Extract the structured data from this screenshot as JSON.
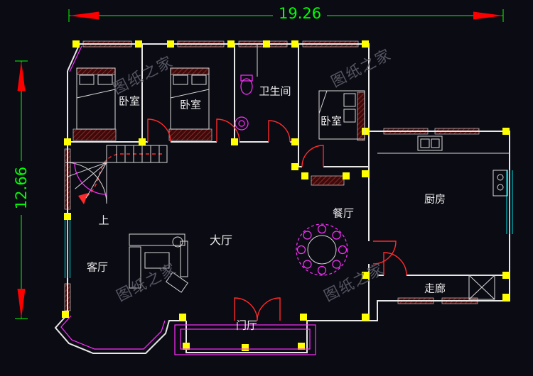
{
  "dimensions": {
    "top_label": "19.26",
    "left_label": "12.66"
  },
  "rooms": {
    "bedroom1": "卧室",
    "bedroom2": "卧室",
    "bathroom": "卫生间",
    "bedroom3": "卧室",
    "kitchen": "厨房",
    "dining": "餐厅",
    "hall": "大厅",
    "living": "客厅",
    "foyer": "门厅",
    "corridor": "走廊",
    "stairs_up": "上"
  },
  "watermark": {
    "text": "图纸之家"
  },
  "colors": {
    "background": "#0b0b14",
    "wall": "#e8e8e8",
    "dimension_line": "#00ff00",
    "dimension_arrow": "#ff0000",
    "column": "#ffff00",
    "brick_wall": "#3f0a0a",
    "brick_hatch": "#b04040",
    "door": "#ff2a2a",
    "window": "#00dede",
    "fixture": "#ff30ff",
    "watermark_text": "#63636f"
  }
}
